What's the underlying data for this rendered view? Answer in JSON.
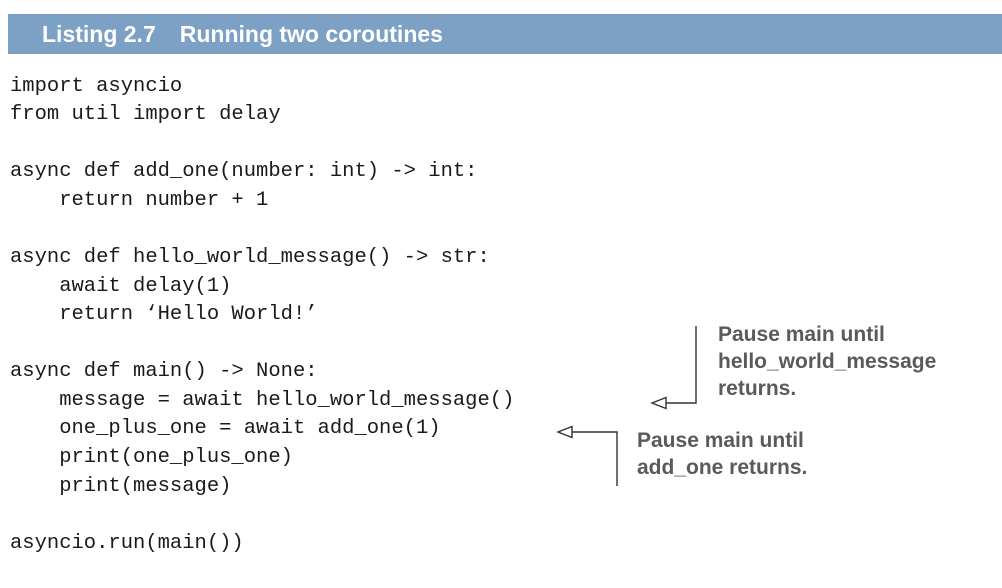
{
  "colors": {
    "header_background": "#7ca1c5",
    "header_text": "#ffffff",
    "code_text": "#1a1a1a",
    "annotation_text": "#5a5a5a",
    "arrow": "#333333"
  },
  "listing": {
    "label": "Listing 2.7",
    "title": "Running two coroutines"
  },
  "code_lines": [
    "import asyncio",
    "from util import delay",
    "",
    "async def add_one(number: int) -> int:",
    "    return number + 1",
    "",
    "async def hello_world_message() -> str:",
    "    await delay(1)",
    "    return ‘Hello World!’",
    "",
    "async def main() -> None:",
    "    message = await hello_world_message()",
    "    one_plus_one = await add_one(1)",
    "    print(one_plus_one)",
    "    print(message)",
    "",
    "asyncio.run(main())"
  ],
  "annotations": {
    "hello_world": "Pause main until\nhello_world_message\nreturns.",
    "add_one": "Pause main until\nadd_one returns."
  }
}
